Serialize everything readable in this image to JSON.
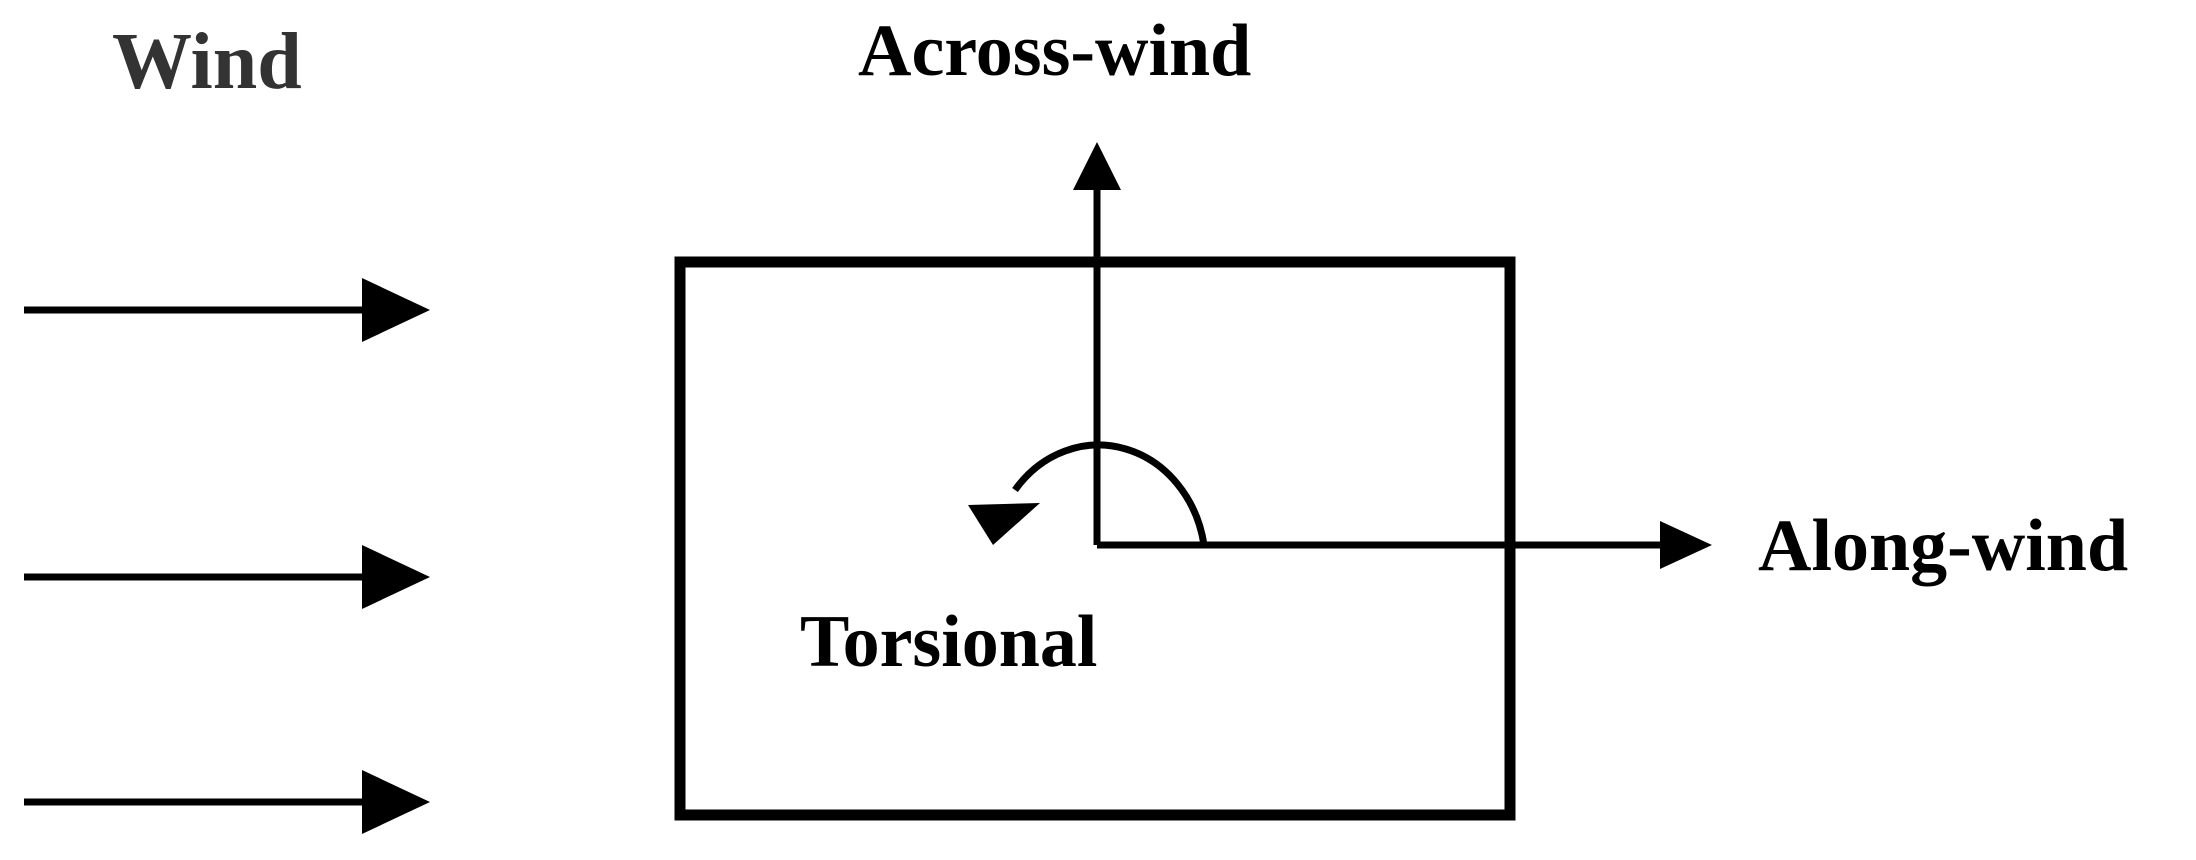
{
  "labels": {
    "wind": "Wind",
    "across_wind": "Across-wind",
    "along_wind": "Along-wind",
    "torsional": "Torsional"
  },
  "colors": {
    "stroke": "#000000",
    "background": "#ffffff",
    "wind_text": "#333333"
  },
  "wind_arrow_count": 3
}
